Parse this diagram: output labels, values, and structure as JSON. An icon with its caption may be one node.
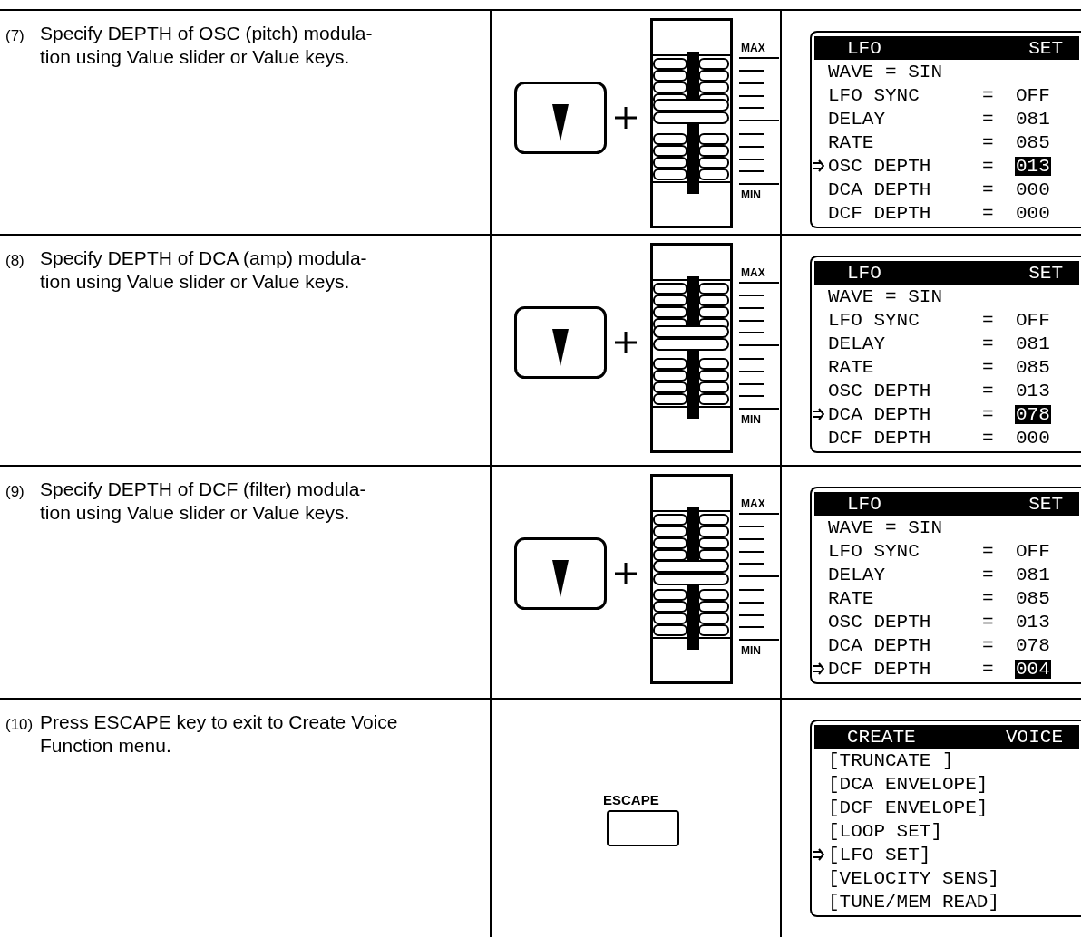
{
  "diagram": {
    "nodes": [
      {
        "text": [
          "LFO",
          "SET",
          "WAVE = SIN",
          "LFO SYNC",
          "=",
          "OFF",
          "DELAY",
          "=",
          "081",
          "RATE",
          "=",
          "085",
          "OSC DEPTH",
          "=",
          "013",
          "DCA DEPTH",
          "=",
          "000",
          "DCF DEPTH",
          "=",
          "000"
        ]
      },
      {
        "text": [
          "LFO",
          "SET",
          "WAVE = SIN",
          "LFO SYNC",
          "=",
          "OFF",
          "DELAY",
          "=",
          "081",
          "RATE",
          "=",
          "085",
          "OSC DEPTH",
          "=",
          "013",
          "DCA DEPTH",
          "=",
          "078",
          "DCF DEPTH",
          "=",
          "000"
        ]
      },
      {
        "text": [
          "LFO",
          "SET",
          "WAVE = SIN",
          "LFO SYNC",
          "=",
          "OFF",
          "DELAY",
          "=",
          "081",
          "RATE",
          "=",
          "085",
          "OSC DEPTH",
          "=",
          "013",
          "DCA DEPTH",
          "=",
          "078",
          "DCF DEPTH",
          "=",
          "004"
        ]
      },
      {
        "text": [
          "CREATE",
          "VOICE",
          "[TRUNCATE ]",
          "[DCA ENVELOPE]",
          "[DCF ENVELOPE]",
          "[LOOP SET]",
          "[LFO SET]",
          "[VELOCITY SENS]",
          "[TUNE/MEM READ]"
        ]
      }
    ],
    "labels": [
      "(7)",
      "Specify DEPTH of OSC (pitch) modula- tion using Value slider or Value keys.",
      "MAX",
      "MIN",
      "(8)",
      "Specify DEPTH of DCA (amp) modula- tion using Value slider or Value keys.",
      "MAX",
      "MIN",
      "(9)",
      "Specify DEPTH of DCF (filter) modula- tion using Value slider or Value keys.",
      "MAX",
      "MIN",
      "(10)",
      "Press ESCAPE key to exit to Create Voice Function menu.",
      "ESCAPE"
    ]
  }
}
